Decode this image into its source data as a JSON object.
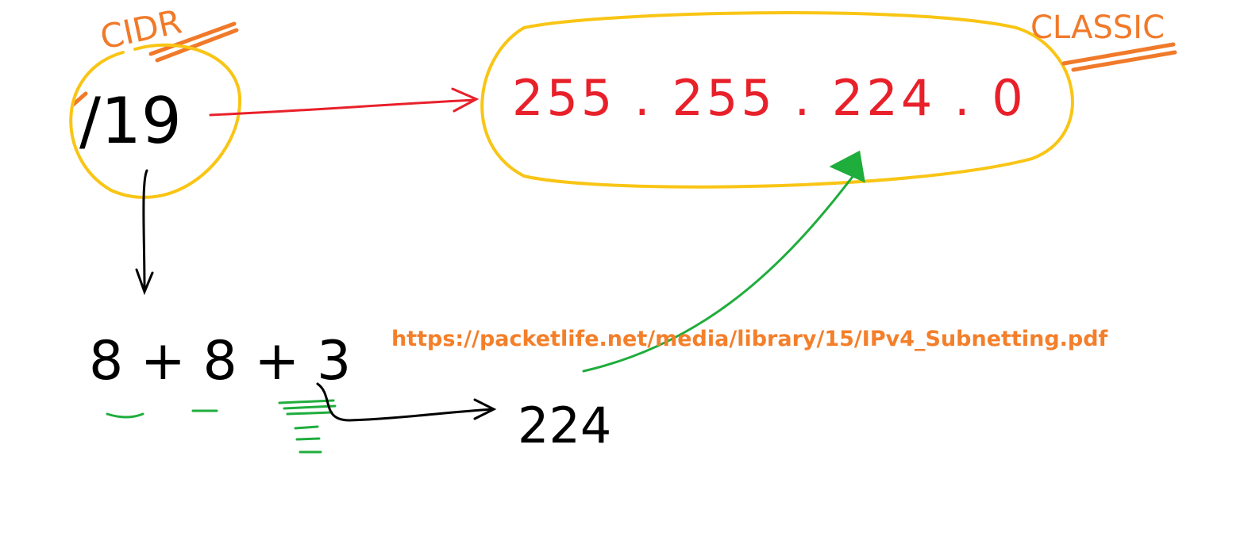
{
  "labels": {
    "cidr": "CIDR",
    "classic": "CLASSIC",
    "prefix": "/19",
    "mask": "255 . 255 . 224 . 0",
    "sum": "8 + 8 + 3",
    "result": "224"
  },
  "url": "https://packetlife.net/media/library/15/IPv4_Subnetting.pdf",
  "colors": {
    "ink": "#000000",
    "mask": "#e8202a",
    "highlight": "#f9c515",
    "label": "#f07a2a",
    "arrow_green": "#1fad3c",
    "url": "#f47f2a"
  }
}
